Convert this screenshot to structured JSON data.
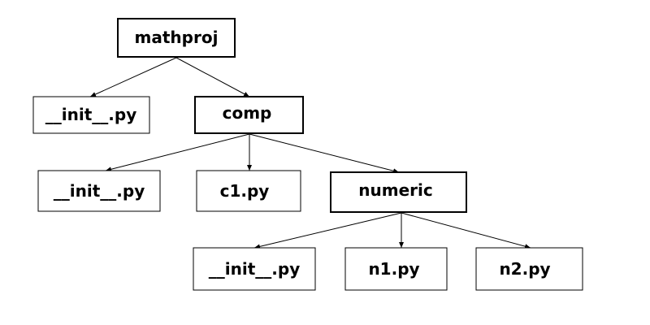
{
  "tree": {
    "root": {
      "label": "mathproj",
      "kind": "package",
      "children": [
        {
          "label": "__init__.py",
          "kind": "module"
        },
        {
          "label": "comp",
          "kind": "package",
          "children": [
            {
              "label": "__init__.py",
              "kind": "module"
            },
            {
              "label": "c1.py",
              "kind": "module"
            },
            {
              "label": "numeric",
              "kind": "package",
              "children": [
                {
                  "label": "__init__.py",
                  "kind": "module"
                },
                {
                  "label": "n1.py",
                  "kind": "module"
                },
                {
                  "label": "n2.py",
                  "kind": "module"
                }
              ]
            }
          ]
        }
      ]
    }
  },
  "colors": {
    "stroke": "#000000",
    "background": "#ffffff",
    "text": "#000000"
  }
}
